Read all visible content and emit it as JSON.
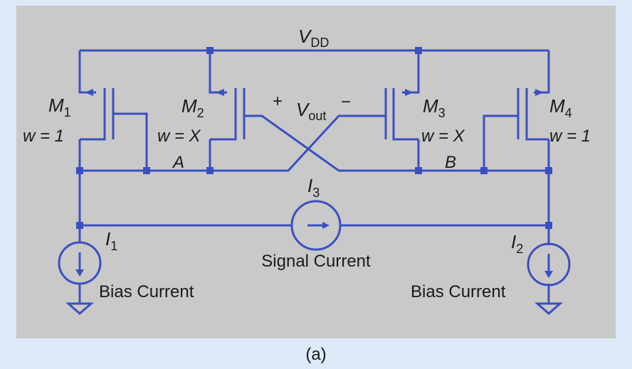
{
  "diagram": {
    "supply": {
      "main": "V",
      "sub": "DD"
    },
    "output": {
      "plus": "+",
      "main": "V",
      "sub": "out",
      "minus": "−"
    },
    "transistors": [
      {
        "name_main": "M",
        "name_sub": "1",
        "width": "w = 1"
      },
      {
        "name_main": "M",
        "name_sub": "2",
        "width": "w = X"
      },
      {
        "name_main": "M",
        "name_sub": "3",
        "width": "w = X"
      },
      {
        "name_main": "M",
        "name_sub": "4",
        "width": "w = 1"
      }
    ],
    "nodes": {
      "a": "A",
      "b": "B"
    },
    "sources": [
      {
        "name_main": "I",
        "name_sub": "1",
        "caption": "Bias Current"
      },
      {
        "name_main": "I",
        "name_sub": "2",
        "caption": "Bias Current"
      },
      {
        "name_main": "I",
        "name_sub": "3",
        "caption": "Signal Current"
      }
    ],
    "caption": "(a)",
    "colors": {
      "wire": "#3a4fc0",
      "panel": "#c9c9c9",
      "background": "#dde9f7",
      "text": "#1a1a1a"
    }
  }
}
